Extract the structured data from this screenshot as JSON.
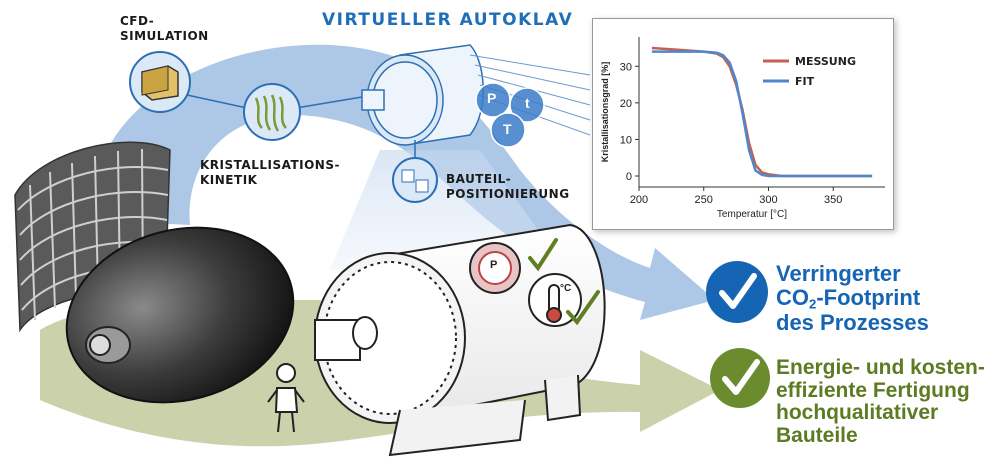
{
  "labels": {
    "virtual_autoclave": "VIRTUELLER AUTOKLAV",
    "cfd_simulation_line1": "CFD-",
    "cfd_simulation_line2": "SIMULATION",
    "crystallization_line1": "KRISTALLISATIONS-",
    "crystallization_line2": "KINETIK",
    "positioning_line1": "BAUTEIL-",
    "positioning_line2": "POSITIONIERUNG",
    "circle_p": "P",
    "circle_t_small": "t",
    "circle_t_big": "T",
    "gauge_p": "P",
    "thermo_unit": "°C"
  },
  "results": {
    "co2_line1": "Verringerter",
    "co2_line2_prefix": "CO",
    "co2_line2_sub": "2",
    "co2_line2_suffix": "-Footprint",
    "co2_line3": "des Prozesses",
    "energy_line1": "Energie- und kosten-",
    "energy_line2": "effiziente Fertigung",
    "energy_line3": "hochqualitativer",
    "energy_line4": "Bauteile"
  },
  "colors": {
    "blue_arrow": "#a9c4e6",
    "green_arrow": "#c8cfa6",
    "blue_check": "#1565b4",
    "green_check": "#6b8c2e",
    "blue_text": "#1565b4",
    "green_text": "#5d7b22",
    "measurement": "#c9604f",
    "fit": "#4f86cf"
  },
  "chart_data": {
    "type": "line",
    "xlabel": "Temperatur [°C]",
    "ylabel": "Kristallisationsgrad [%]",
    "xlim": [
      200,
      390
    ],
    "ylim": [
      -3,
      38
    ],
    "xticks": [
      200,
      250,
      300,
      350
    ],
    "yticks": [
      0,
      10,
      20,
      30
    ],
    "grid": false,
    "legend": "top-right",
    "series": [
      {
        "name": "MESSUNG",
        "color": "#c9604f",
        "x": [
          210,
          230,
          250,
          260,
          265,
          270,
          275,
          280,
          285,
          290,
          295,
          300,
          310,
          330,
          360,
          380
        ],
        "y": [
          35,
          34.5,
          34,
          33.5,
          32.5,
          30,
          25,
          18,
          9,
          3,
          1,
          0.5,
          0,
          0,
          0,
          0
        ]
      },
      {
        "name": "FIT",
        "color": "#4f86cf",
        "x": [
          210,
          230,
          250,
          260,
          265,
          270,
          275,
          280,
          285,
          290,
          295,
          300,
          310,
          330,
          360,
          380
        ],
        "y": [
          34,
          34,
          34,
          33.7,
          33,
          31,
          26,
          17,
          7,
          1.5,
          0.3,
          0,
          0,
          0,
          0,
          0
        ]
      }
    ]
  }
}
